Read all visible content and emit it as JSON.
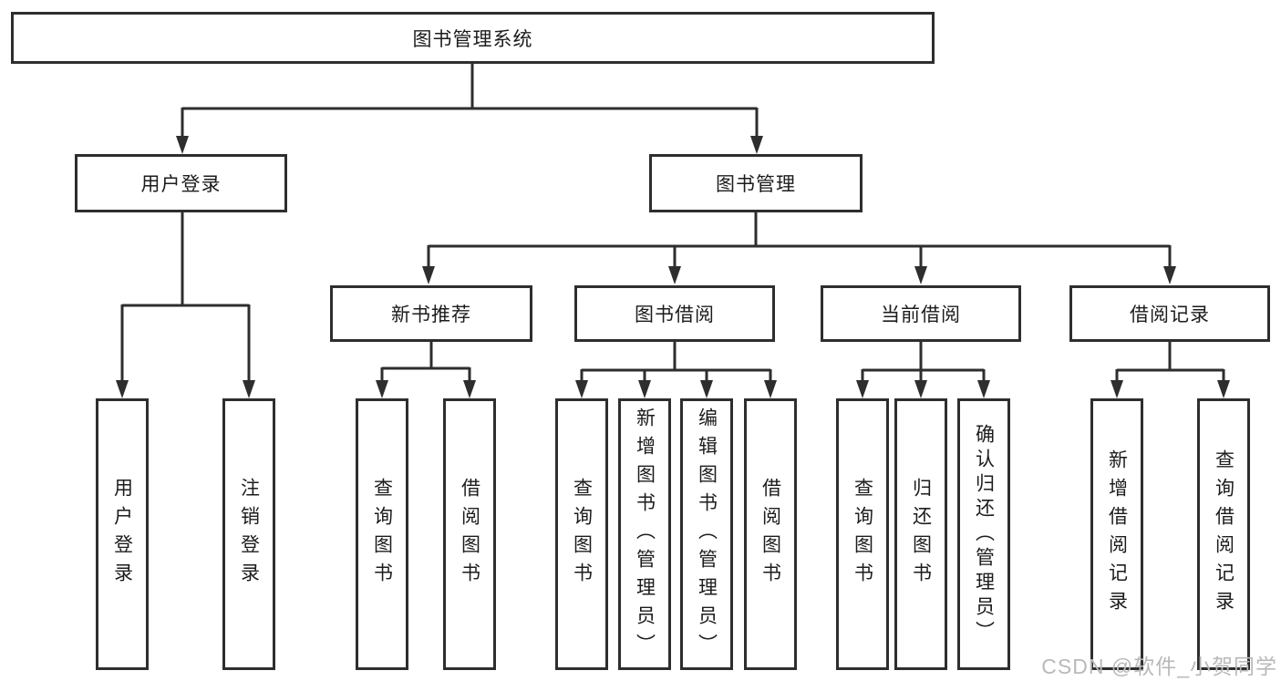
{
  "nodes": {
    "root": {
      "label": "图书管理系统"
    },
    "user_login": {
      "label": "用户登录"
    },
    "book_management": {
      "label": "图书管理"
    },
    "new_book_recommend": {
      "label": "新书推荐"
    },
    "book_borrow": {
      "label": "图书借阅"
    },
    "current_borrow": {
      "label": "当前借阅"
    },
    "borrow_record": {
      "label": "借阅记录"
    },
    "leaf_user_login": {
      "label": "用户登录"
    },
    "leaf_logout": {
      "label": "注销登录"
    },
    "leaf_query_book_recommend": {
      "label": "查询图书"
    },
    "leaf_borrow_book_recommend": {
      "label": "借阅图书"
    },
    "leaf_query_book_borrow": {
      "label": "查询图书"
    },
    "leaf_add_book": {
      "label": "新增图书（管理员）"
    },
    "leaf_edit_book": {
      "label": "编辑图书（管理员）"
    },
    "leaf_borrow_book": {
      "label": "借阅图书"
    },
    "leaf_query_book_current": {
      "label": "查询图书"
    },
    "leaf_return_book": {
      "label": "归还图书"
    },
    "leaf_confirm_return": {
      "label": "确认归还（管理员）"
    },
    "leaf_add_borrow_record": {
      "label": "新增借阅记录"
    },
    "leaf_query_borrow_record": {
      "label": "查询借阅记录"
    }
  },
  "hierarchy": {
    "root": "图书管理系统",
    "children": [
      {
        "label": "用户登录",
        "children": [
          "用户登录",
          "注销登录"
        ]
      },
      {
        "label": "图书管理",
        "children": [
          {
            "label": "新书推荐",
            "children": [
              "查询图书",
              "借阅图书"
            ]
          },
          {
            "label": "图书借阅",
            "children": [
              "查询图书",
              "新增图书（管理员）",
              "编辑图书（管理员）",
              "借阅图书"
            ]
          },
          {
            "label": "当前借阅",
            "children": [
              "查询图书",
              "归还图书",
              "确认归还（管理员）"
            ]
          },
          {
            "label": "借阅记录",
            "children": [
              "新增借阅记录",
              "查询借阅记录"
            ]
          }
        ]
      }
    ]
  },
  "watermark": {
    "text": "CSDN @软件_小贺同学"
  },
  "colors": {
    "line": "#2e2e2e",
    "box_fill": "#ffffff",
    "text": "#1c1c1c",
    "background": "#ffffff",
    "watermark": "#b9b9b9"
  }
}
